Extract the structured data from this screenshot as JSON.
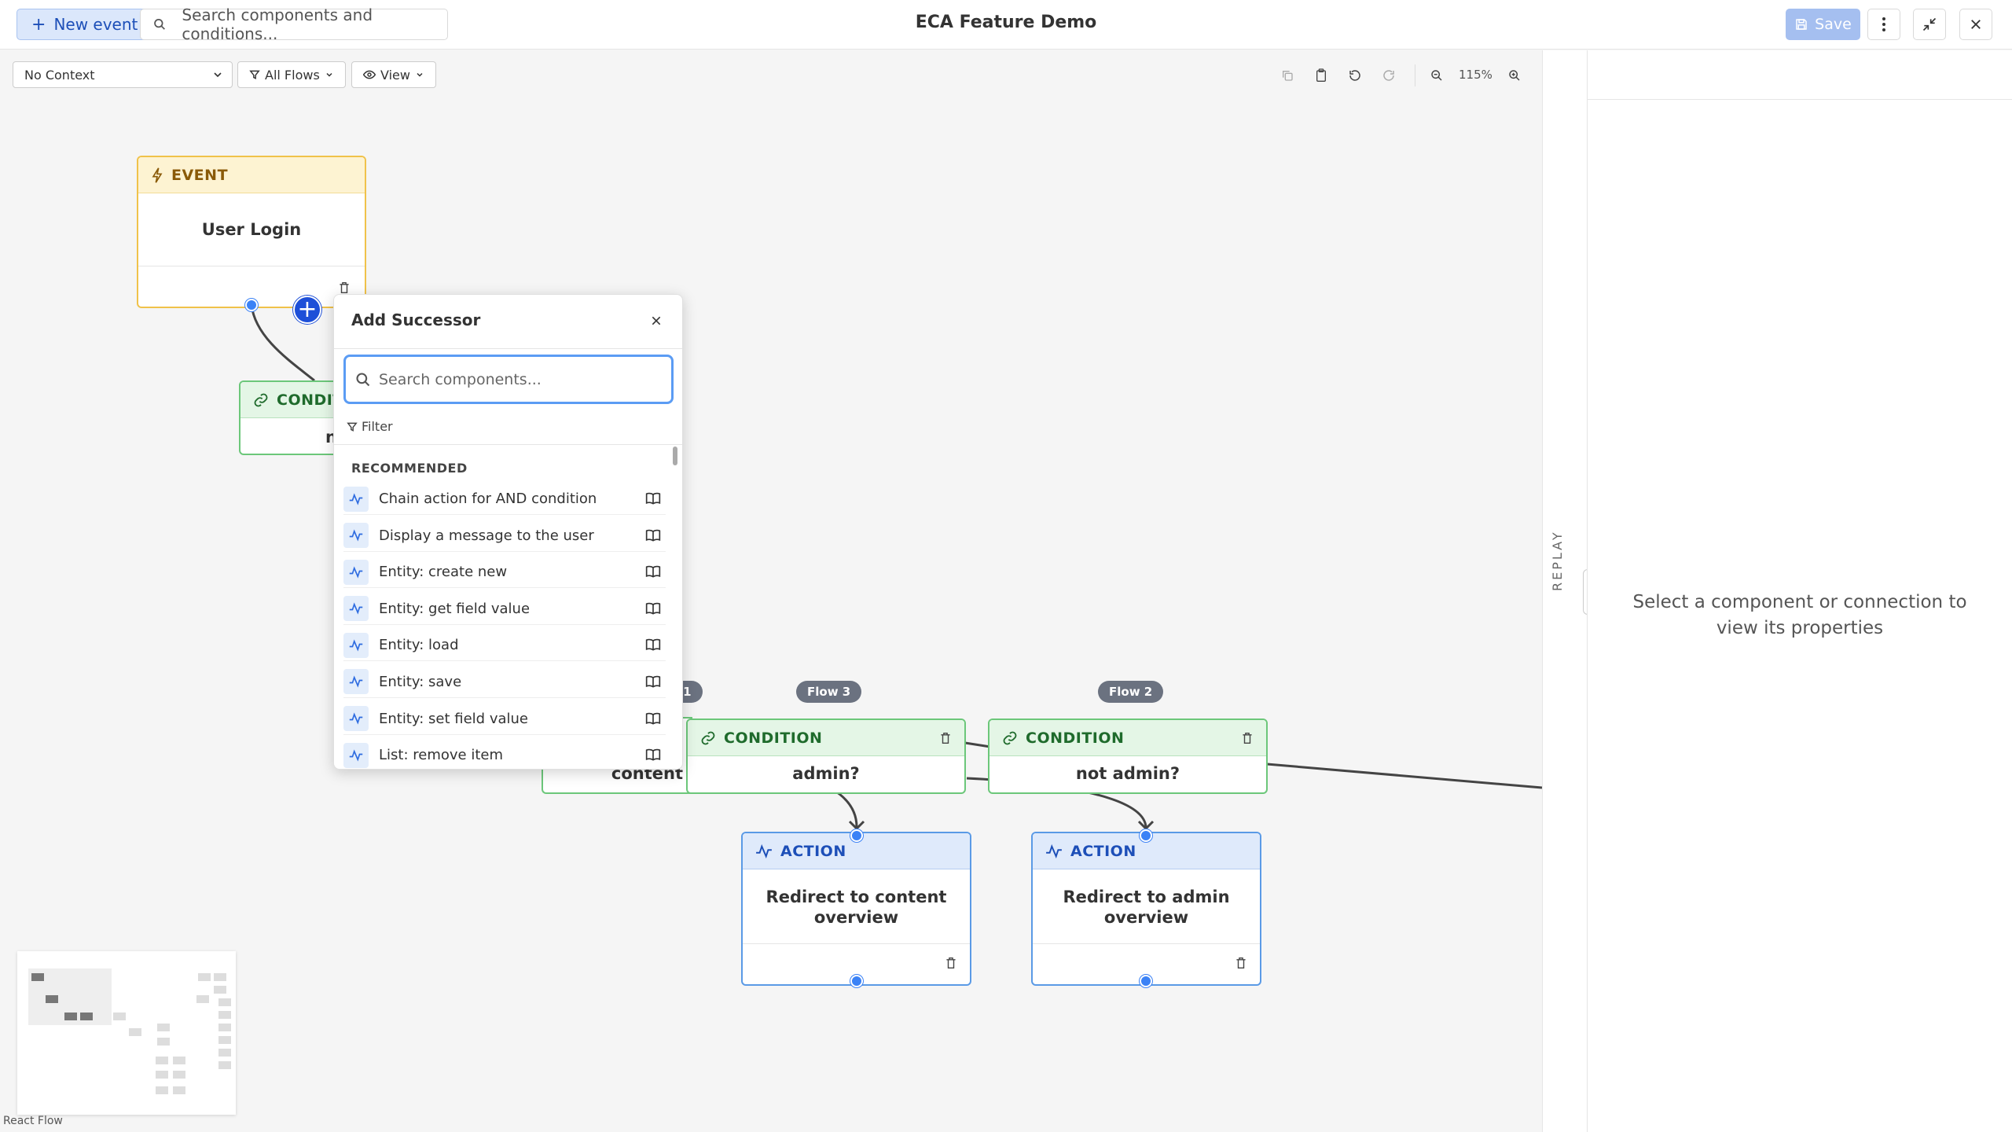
{
  "header": {
    "new_event_label": "New event",
    "search_placeholder": "Search components and conditions...",
    "title": "ECA Feature Demo",
    "save_label": "Save"
  },
  "toolbar": {
    "context_value": "No Context",
    "flows_label": "All Flows",
    "view_label": "View",
    "zoom_level": "115%"
  },
  "right_panel": {
    "replay_label": "REPLAY",
    "empty_message": "Select a component or connection to view its properties"
  },
  "nodes": {
    "event": {
      "type": "EVENT",
      "label": "User Login"
    },
    "cond_left": {
      "type": "CONDITI",
      "label": "n"
    },
    "cond_flow1": {
      "label": "content"
    },
    "cond_admin": {
      "type": "CONDITION",
      "label": "admin?"
    },
    "cond_not_admin": {
      "type": "CONDITION",
      "label": "not admin?"
    },
    "action_content": {
      "type": "ACTION",
      "label": "Redirect to content overview"
    },
    "action_admin": {
      "type": "ACTION",
      "label": "Redirect to admin overview"
    }
  },
  "flows": {
    "flow1": "w 1",
    "flow3": "Flow 3",
    "flow2": "Flow 2"
  },
  "popover": {
    "title": "Add Successor",
    "search_placeholder": "Search components...",
    "filter_label": "Filter",
    "section_label": "RECOMMENDED",
    "items": [
      "Chain action for AND condition",
      "Display a message to the user",
      "Entity: create new",
      "Entity: get field value",
      "Entity: load",
      "Entity: save",
      "Entity: set field value",
      "List: remove item"
    ]
  },
  "footer": {
    "attribution": "React Flow"
  },
  "colors": {
    "primary": "#1d4fd8",
    "event_border": "#f0c24a",
    "condition_border": "#6cc77a",
    "action_border": "#5a9ae6"
  }
}
